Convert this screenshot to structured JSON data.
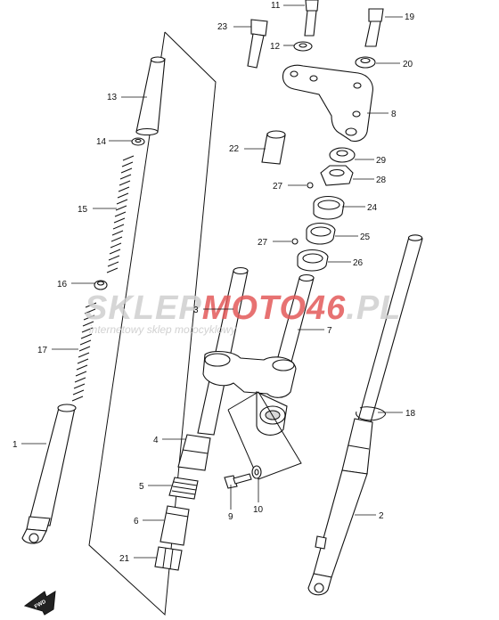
{
  "watermark": {
    "part1": "SKLEP",
    "part2": "MOTO46",
    "part3": ".PL",
    "tagline": "internetowy sklep motocyklowy",
    "color_gray": "#cfcfcf",
    "color_red": "#e35a5a"
  },
  "fwd_label": "FWD",
  "callouts": [
    {
      "id": "1",
      "text": "1"
    },
    {
      "id": "2",
      "text": "2"
    },
    {
      "id": "3",
      "text": "3"
    },
    {
      "id": "4",
      "text": "4"
    },
    {
      "id": "5",
      "text": "5"
    },
    {
      "id": "6",
      "text": "6"
    },
    {
      "id": "7",
      "text": "7"
    },
    {
      "id": "8",
      "text": "8"
    },
    {
      "id": "9",
      "text": "9"
    },
    {
      "id": "10",
      "text": "10"
    },
    {
      "id": "11",
      "text": "11"
    },
    {
      "id": "12",
      "text": "12"
    },
    {
      "id": "13",
      "text": "13"
    },
    {
      "id": "14",
      "text": "14"
    },
    {
      "id": "15",
      "text": "15"
    },
    {
      "id": "16",
      "text": "16"
    },
    {
      "id": "17",
      "text": "17"
    },
    {
      "id": "18",
      "text": "18"
    },
    {
      "id": "19",
      "text": "19"
    },
    {
      "id": "20",
      "text": "20"
    },
    {
      "id": "21",
      "text": "21"
    },
    {
      "id": "22",
      "text": "22"
    },
    {
      "id": "23",
      "text": "23"
    },
    {
      "id": "24",
      "text": "24"
    },
    {
      "id": "25",
      "text": "25"
    },
    {
      "id": "26",
      "text": "26"
    },
    {
      "id": "27a",
      "text": "27"
    },
    {
      "id": "27b",
      "text": "27"
    },
    {
      "id": "28",
      "text": "28"
    },
    {
      "id": "29",
      "text": "29"
    }
  ]
}
